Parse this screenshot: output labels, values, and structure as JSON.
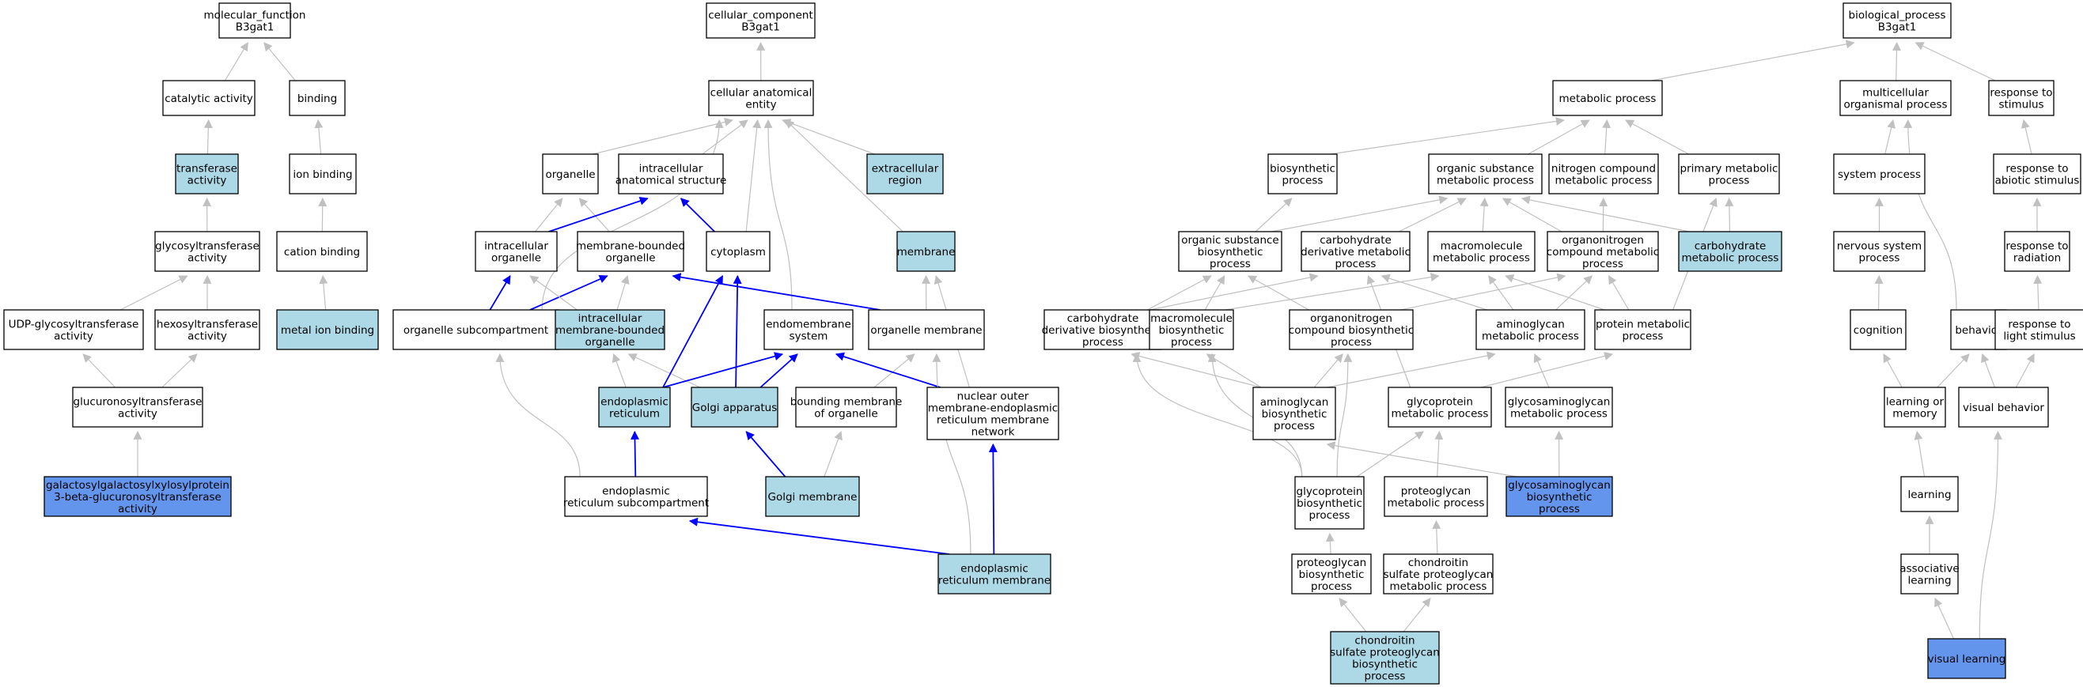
{
  "colors": {
    "plain": "#ffffff",
    "highlight": "#add8e6",
    "query": "#6495ed",
    "edge_is_a": "#c0c0c0",
    "edge_part_of": "#0000ff"
  },
  "nodes": [
    {
      "id": "mf",
      "lines": [
        "molecular_function",
        "B3gat1"
      ],
      "fill": "plain"
    },
    {
      "id": "catalytic",
      "lines": [
        "catalytic activity"
      ],
      "fill": "plain"
    },
    {
      "id": "binding",
      "lines": [
        "binding"
      ],
      "fill": "plain"
    },
    {
      "id": "transferase",
      "lines": [
        "transferase",
        "activity"
      ],
      "fill": "highlight"
    },
    {
      "id": "ionbinding",
      "lines": [
        "ion binding"
      ],
      "fill": "plain"
    },
    {
      "id": "glycosyltransferase",
      "lines": [
        "glycosyltransferase",
        "activity"
      ],
      "fill": "plain"
    },
    {
      "id": "cationbinding",
      "lines": [
        "cation binding"
      ],
      "fill": "plain"
    },
    {
      "id": "udpglyco",
      "lines": [
        "UDP-glycosyltransferase",
        "activity"
      ],
      "fill": "plain"
    },
    {
      "id": "hexosyl",
      "lines": [
        "hexosyltransferase",
        "activity"
      ],
      "fill": "plain"
    },
    {
      "id": "metalion",
      "lines": [
        "metal ion binding"
      ],
      "fill": "highlight"
    },
    {
      "id": "glucuronosyl",
      "lines": [
        "glucuronosyltransferase",
        "activity"
      ],
      "fill": "plain"
    },
    {
      "id": "galacto",
      "lines": [
        "galactosylgalactosylxylosylprotein",
        "3-beta-glucuronosyltransferase",
        "activity"
      ],
      "fill": "query"
    },
    {
      "id": "cc",
      "lines": [
        "cellular_component",
        "B3gat1"
      ],
      "fill": "plain"
    },
    {
      "id": "cae",
      "lines": [
        "cellular anatomical",
        "entity"
      ],
      "fill": "plain"
    },
    {
      "id": "organelle",
      "lines": [
        "organelle"
      ],
      "fill": "plain"
    },
    {
      "id": "ias",
      "lines": [
        "intracellular",
        "anatomical structure"
      ],
      "fill": "plain"
    },
    {
      "id": "extracellular",
      "lines": [
        "extracellular",
        "region"
      ],
      "fill": "highlight"
    },
    {
      "id": "intraorg",
      "lines": [
        "intracellular",
        "organelle"
      ],
      "fill": "plain"
    },
    {
      "id": "mbo",
      "lines": [
        "membrane-bounded",
        "organelle"
      ],
      "fill": "plain"
    },
    {
      "id": "cytoplasm",
      "lines": [
        "cytoplasm"
      ],
      "fill": "plain"
    },
    {
      "id": "membrane",
      "lines": [
        "membrane"
      ],
      "fill": "highlight"
    },
    {
      "id": "orgsub",
      "lines": [
        "organelle subcompartment"
      ],
      "fill": "plain"
    },
    {
      "id": "imbo",
      "lines": [
        "intracellular",
        "membrane-bounded",
        "organelle"
      ],
      "fill": "highlight"
    },
    {
      "id": "endomem",
      "lines": [
        "endomembrane",
        "system"
      ],
      "fill": "plain"
    },
    {
      "id": "orgmem",
      "lines": [
        "organelle membrane"
      ],
      "fill": "plain"
    },
    {
      "id": "er",
      "lines": [
        "endoplasmic",
        "reticulum"
      ],
      "fill": "highlight"
    },
    {
      "id": "golgi",
      "lines": [
        "Golgi apparatus"
      ],
      "fill": "highlight"
    },
    {
      "id": "bmo",
      "lines": [
        "bounding membrane",
        "of organelle"
      ],
      "fill": "plain"
    },
    {
      "id": "nuclear",
      "lines": [
        "nuclear outer",
        "membrane-endoplasmic",
        "reticulum membrane",
        "network"
      ],
      "fill": "plain"
    },
    {
      "id": "ersub",
      "lines": [
        "endoplasmic",
        "reticulum subcompartment"
      ],
      "fill": "plain"
    },
    {
      "id": "golgimem",
      "lines": [
        "Golgi membrane"
      ],
      "fill": "highlight"
    },
    {
      "id": "ermem",
      "lines": [
        "endoplasmic",
        "reticulum membrane"
      ],
      "fill": "highlight"
    },
    {
      "id": "bp",
      "lines": [
        "biological_process",
        "B3gat1"
      ],
      "fill": "plain"
    },
    {
      "id": "metabolic",
      "lines": [
        "metabolic process"
      ],
      "fill": "plain"
    },
    {
      "id": "multicell",
      "lines": [
        "multicellular",
        "organismal process"
      ],
      "fill": "plain"
    },
    {
      "id": "respstim",
      "lines": [
        "response to",
        "stimulus"
      ],
      "fill": "plain"
    },
    {
      "id": "biosynth",
      "lines": [
        "biosynthetic",
        "process"
      ],
      "fill": "plain"
    },
    {
      "id": "osmp",
      "lines": [
        "organic substance",
        "metabolic process"
      ],
      "fill": "plain"
    },
    {
      "id": "ncmp",
      "lines": [
        "nitrogen compound",
        "metabolic process"
      ],
      "fill": "plain"
    },
    {
      "id": "pmp",
      "lines": [
        "primary metabolic",
        "process"
      ],
      "fill": "plain"
    },
    {
      "id": "sysproc",
      "lines": [
        "system process"
      ],
      "fill": "plain"
    },
    {
      "id": "respabiotic",
      "lines": [
        "response to",
        "abiotic stimulus"
      ],
      "fill": "plain"
    },
    {
      "id": "osbp",
      "lines": [
        "organic substance",
        "biosynthetic",
        "process"
      ],
      "fill": "plain"
    },
    {
      "id": "cdmp",
      "lines": [
        "carbohydrate",
        "derivative metabolic",
        "process"
      ],
      "fill": "plain"
    },
    {
      "id": "macromp",
      "lines": [
        "macromolecule",
        "metabolic process"
      ],
      "fill": "plain"
    },
    {
      "id": "oncmp",
      "lines": [
        "organonitrogen",
        "compound metabolic",
        "process"
      ],
      "fill": "plain"
    },
    {
      "id": "carbmp",
      "lines": [
        "carbohydrate",
        "metabolic process"
      ],
      "fill": "highlight"
    },
    {
      "id": "nsp",
      "lines": [
        "nervous system",
        "process"
      ],
      "fill": "plain"
    },
    {
      "id": "respradiation",
      "lines": [
        "response to",
        "radiation"
      ],
      "fill": "plain"
    },
    {
      "id": "cdbp",
      "lines": [
        "carbohydrate",
        "derivative biosynthetic",
        "process"
      ],
      "fill": "plain"
    },
    {
      "id": "macrobp",
      "lines": [
        "macromolecule",
        "biosynthetic",
        "process"
      ],
      "fill": "plain"
    },
    {
      "id": "oncbp",
      "lines": [
        "organonitrogen",
        "compound biosynthetic",
        "process"
      ],
      "fill": "plain"
    },
    {
      "id": "aminomp",
      "lines": [
        "aminoglycan",
        "metabolic process"
      ],
      "fill": "plain"
    },
    {
      "id": "protmp",
      "lines": [
        "protein metabolic",
        "process"
      ],
      "fill": "plain"
    },
    {
      "id": "cognition",
      "lines": [
        "cognition"
      ],
      "fill": "plain"
    },
    {
      "id": "behavior",
      "lines": [
        "behavior"
      ],
      "fill": "plain"
    },
    {
      "id": "resplight",
      "lines": [
        "response to",
        "light stimulus"
      ],
      "fill": "plain"
    },
    {
      "id": "aminobp",
      "lines": [
        "aminoglycan",
        "biosynthetic",
        "process"
      ],
      "fill": "plain"
    },
    {
      "id": "glycomp",
      "lines": [
        "glycoprotein",
        "metabolic process"
      ],
      "fill": "plain"
    },
    {
      "id": "gagmp",
      "lines": [
        "glycosaminoglycan",
        "metabolic process"
      ],
      "fill": "plain"
    },
    {
      "id": "learnmem",
      "lines": [
        "learning or",
        "memory"
      ],
      "fill": "plain"
    },
    {
      "id": "visbeh",
      "lines": [
        "visual behavior"
      ],
      "fill": "plain"
    },
    {
      "id": "glycobp",
      "lines": [
        "glycoprotein",
        "biosynthetic",
        "process"
      ],
      "fill": "plain"
    },
    {
      "id": "pgmp",
      "lines": [
        "proteoglycan",
        "metabolic process"
      ],
      "fill": "plain"
    },
    {
      "id": "gagbp",
      "lines": [
        "glycosaminoglycan",
        "biosynthetic",
        "process"
      ],
      "fill": "query"
    },
    {
      "id": "learning",
      "lines": [
        "learning"
      ],
      "fill": "plain"
    },
    {
      "id": "pgbp",
      "lines": [
        "proteoglycan",
        "biosynthetic",
        "process"
      ],
      "fill": "plain"
    },
    {
      "id": "cspmp",
      "lines": [
        "chondroitin",
        "sulfate proteoglycan",
        "metabolic process"
      ],
      "fill": "plain"
    },
    {
      "id": "assoc",
      "lines": [
        "associative",
        "learning"
      ],
      "fill": "plain"
    },
    {
      "id": "cspbp",
      "lines": [
        "chondroitin",
        "sulfate proteoglycan",
        "biosynthetic",
        "process"
      ],
      "fill": "highlight"
    },
    {
      "id": "vislearn",
      "lines": [
        "visual learning"
      ],
      "fill": "query"
    }
  ],
  "edges": [
    {
      "from": "catalytic",
      "to": "mf",
      "kind": "is_a"
    },
    {
      "from": "binding",
      "to": "mf",
      "kind": "is_a"
    },
    {
      "from": "transferase",
      "to": "catalytic",
      "kind": "is_a"
    },
    {
      "from": "ionbinding",
      "to": "binding",
      "kind": "is_a"
    },
    {
      "from": "glycosyltransferase",
      "to": "transferase",
      "kind": "is_a"
    },
    {
      "from": "cationbinding",
      "to": "ionbinding",
      "kind": "is_a"
    },
    {
      "from": "udpglyco",
      "to": "glycosyltransferase",
      "kind": "is_a"
    },
    {
      "from": "hexosyl",
      "to": "glycosyltransferase",
      "kind": "is_a"
    },
    {
      "from": "metalion",
      "to": "cationbinding",
      "kind": "is_a"
    },
    {
      "from": "glucuronosyl",
      "to": "udpglyco",
      "kind": "is_a"
    },
    {
      "from": "glucuronosyl",
      "to": "hexosyl",
      "kind": "is_a"
    },
    {
      "from": "galacto",
      "to": "glucuronosyl",
      "kind": "is_a"
    },
    {
      "from": "cae",
      "to": "cc",
      "kind": "is_a"
    },
    {
      "from": "organelle",
      "to": "cae",
      "kind": "is_a"
    },
    {
      "from": "ias",
      "to": "cae",
      "kind": "is_a"
    },
    {
      "from": "extracellular",
      "to": "cae",
      "kind": "is_a"
    },
    {
      "from": "cytoplasm",
      "to": "cae",
      "kind": "is_a"
    },
    {
      "from": "membrane",
      "to": "cae",
      "kind": "is_a"
    },
    {
      "from": "orgsub",
      "to": "cae",
      "kind": "is_a"
    },
    {
      "from": "endomem",
      "to": "cae",
      "kind": "is_a"
    },
    {
      "from": "intraorg",
      "to": "organelle",
      "kind": "is_a"
    },
    {
      "from": "mbo",
      "to": "organelle",
      "kind": "is_a"
    },
    {
      "from": "intraorg",
      "to": "ias",
      "kind": "part_of"
    },
    {
      "from": "cytoplasm",
      "to": "ias",
      "kind": "part_of"
    },
    {
      "from": "orgsub",
      "to": "intraorg",
      "kind": "part_of"
    },
    {
      "from": "orgsub",
      "to": "mbo",
      "kind": "part_of"
    },
    {
      "from": "imbo",
      "to": "intraorg",
      "kind": "is_a"
    },
    {
      "from": "imbo",
      "to": "mbo",
      "kind": "is_a"
    },
    {
      "from": "er",
      "to": "imbo",
      "kind": "is_a"
    },
    {
      "from": "golgi",
      "to": "imbo",
      "kind": "is_a"
    },
    {
      "from": "er",
      "to": "cytoplasm",
      "kind": "part_of"
    },
    {
      "from": "golgi",
      "to": "cytoplasm",
      "kind": "part_of"
    },
    {
      "from": "er",
      "to": "endomem",
      "kind": "part_of"
    },
    {
      "from": "golgi",
      "to": "endomem",
      "kind": "part_of"
    },
    {
      "from": "orgmem",
      "to": "membrane",
      "kind": "is_a"
    },
    {
      "from": "orgmem",
      "to": "mbo",
      "kind": "part_of"
    },
    {
      "from": "bmo",
      "to": "orgmem",
      "kind": "is_a"
    },
    {
      "from": "nuclear",
      "to": "endomem",
      "kind": "part_of"
    },
    {
      "from": "nuclear",
      "to": "membrane",
      "kind": "is_a"
    },
    {
      "from": "ersub",
      "to": "er",
      "kind": "part_of"
    },
    {
      "from": "ersub",
      "to": "orgsub",
      "kind": "is_a"
    },
    {
      "from": "golgimem",
      "to": "golgi",
      "kind": "part_of"
    },
    {
      "from": "golgimem",
      "to": "bmo",
      "kind": "is_a"
    },
    {
      "from": "ermem",
      "to": "ersub",
      "kind": "part_of"
    },
    {
      "from": "ermem",
      "to": "nuclear",
      "kind": "part_of"
    },
    {
      "from": "ermem",
      "to": "orgmem",
      "kind": "is_a"
    },
    {
      "from": "metabolic",
      "to": "bp",
      "kind": "is_a"
    },
    {
      "from": "multicell",
      "to": "bp",
      "kind": "is_a"
    },
    {
      "from": "respstim",
      "to": "bp",
      "kind": "is_a"
    },
    {
      "from": "biosynth",
      "to": "metabolic",
      "kind": "is_a"
    },
    {
      "from": "osmp",
      "to": "metabolic",
      "kind": "is_a"
    },
    {
      "from": "ncmp",
      "to": "metabolic",
      "kind": "is_a"
    },
    {
      "from": "pmp",
      "to": "metabolic",
      "kind": "is_a"
    },
    {
      "from": "sysproc",
      "to": "multicell",
      "kind": "is_a"
    },
    {
      "from": "behavior",
      "to": "multicell",
      "kind": "is_a"
    },
    {
      "from": "respabiotic",
      "to": "respstim",
      "kind": "is_a"
    },
    {
      "from": "osbp",
      "to": "biosynth",
      "kind": "is_a"
    },
    {
      "from": "osbp",
      "to": "osmp",
      "kind": "is_a"
    },
    {
      "from": "cdmp",
      "to": "osmp",
      "kind": "is_a"
    },
    {
      "from": "macromp",
      "to": "osmp",
      "kind": "is_a"
    },
    {
      "from": "oncmp",
      "to": "osmp",
      "kind": "is_a"
    },
    {
      "from": "carbmp",
      "to": "osmp",
      "kind": "is_a"
    },
    {
      "from": "oncmp",
      "to": "ncmp",
      "kind": "is_a"
    },
    {
      "from": "carbmp",
      "to": "pmp",
      "kind": "is_a"
    },
    {
      "from": "protmp",
      "to": "pmp",
      "kind": "is_a"
    },
    {
      "from": "nsp",
      "to": "sysproc",
      "kind": "is_a"
    },
    {
      "from": "respradiation",
      "to": "respabiotic",
      "kind": "is_a"
    },
    {
      "from": "cdbp",
      "to": "osbp",
      "kind": "is_a"
    },
    {
      "from": "cdbp",
      "to": "cdmp",
      "kind": "is_a"
    },
    {
      "from": "macrobp",
      "to": "osbp",
      "kind": "is_a"
    },
    {
      "from": "macrobp",
      "to": "macromp",
      "kind": "is_a"
    },
    {
      "from": "oncbp",
      "to": "osbp",
      "kind": "is_a"
    },
    {
      "from": "oncbp",
      "to": "oncmp",
      "kind": "is_a"
    },
    {
      "from": "aminomp",
      "to": "cdmp",
      "kind": "is_a"
    },
    {
      "from": "aminomp",
      "to": "macromp",
      "kind": "is_a"
    },
    {
      "from": "aminomp",
      "to": "oncmp",
      "kind": "is_a"
    },
    {
      "from": "protmp",
      "to": "macromp",
      "kind": "is_a"
    },
    {
      "from": "protmp",
      "to": "oncmp",
      "kind": "is_a"
    },
    {
      "from": "cognition",
      "to": "nsp",
      "kind": "is_a"
    },
    {
      "from": "resplight",
      "to": "respradiation",
      "kind": "is_a"
    },
    {
      "from": "aminobp",
      "to": "cdbp",
      "kind": "is_a"
    },
    {
      "from": "aminobp",
      "to": "macrobp",
      "kind": "is_a"
    },
    {
      "from": "aminobp",
      "to": "oncbp",
      "kind": "is_a"
    },
    {
      "from": "aminobp",
      "to": "aminomp",
      "kind": "is_a"
    },
    {
      "from": "glycomp",
      "to": "cdmp",
      "kind": "is_a"
    },
    {
      "from": "glycomp",
      "to": "protmp",
      "kind": "is_a"
    },
    {
      "from": "gagmp",
      "to": "aminomp",
      "kind": "is_a"
    },
    {
      "from": "learnmem",
      "to": "cognition",
      "kind": "is_a"
    },
    {
      "from": "learnmem",
      "to": "behavior",
      "kind": "is_a"
    },
    {
      "from": "visbeh",
      "to": "behavior",
      "kind": "is_a"
    },
    {
      "from": "visbeh",
      "to": "resplight",
      "kind": "is_a"
    },
    {
      "from": "glycobp",
      "to": "cdbp",
      "kind": "is_a"
    },
    {
      "from": "glycobp",
      "to": "macrobp",
      "kind": "is_a"
    },
    {
      "from": "glycobp",
      "to": "oncbp",
      "kind": "is_a"
    },
    {
      "from": "glycobp",
      "to": "glycomp",
      "kind": "is_a"
    },
    {
      "from": "pgmp",
      "to": "glycomp",
      "kind": "is_a"
    },
    {
      "from": "gagbp",
      "to": "aminobp",
      "kind": "is_a"
    },
    {
      "from": "gagbp",
      "to": "gagmp",
      "kind": "is_a"
    },
    {
      "from": "learning",
      "to": "learnmem",
      "kind": "is_a"
    },
    {
      "from": "pgbp",
      "to": "glycobp",
      "kind": "is_a"
    },
    {
      "from": "cspmp",
      "to": "pgmp",
      "kind": "is_a"
    },
    {
      "from": "assoc",
      "to": "learning",
      "kind": "is_a"
    },
    {
      "from": "cspbp",
      "to": "pgbp",
      "kind": "is_a"
    },
    {
      "from": "cspbp",
      "to": "cspmp",
      "kind": "is_a"
    },
    {
      "from": "vislearn",
      "to": "assoc",
      "kind": "is_a"
    },
    {
      "from": "vislearn",
      "to": "visbeh",
      "kind": "is_a"
    }
  ]
}
